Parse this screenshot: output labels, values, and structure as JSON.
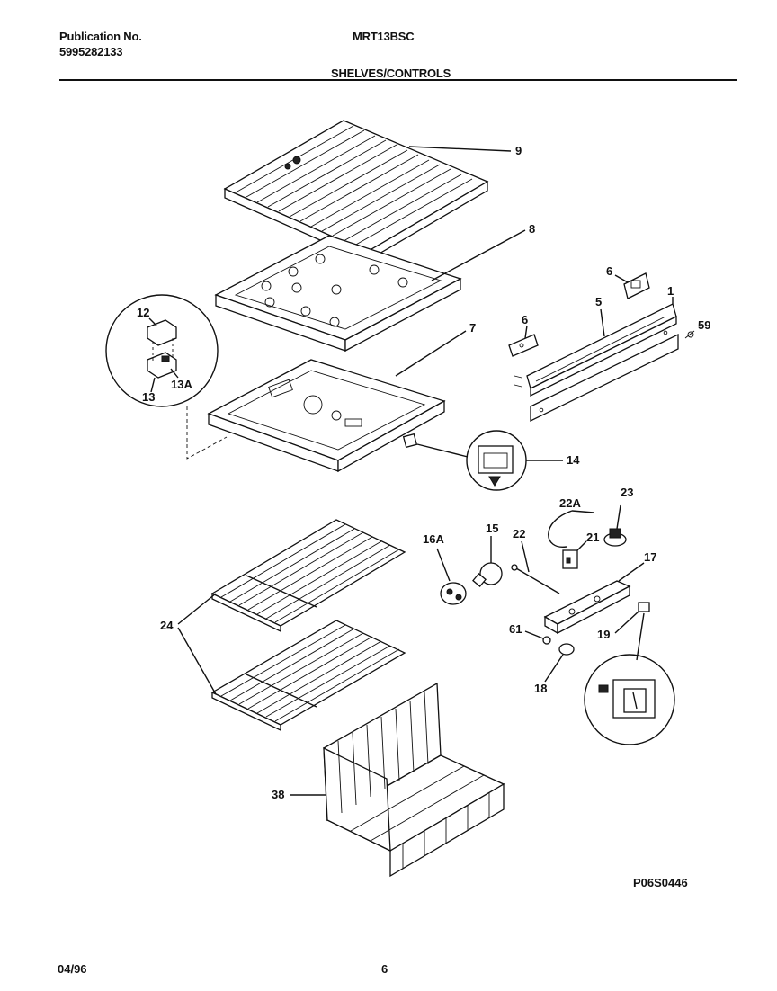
{
  "header": {
    "publication_label": "Publication No.",
    "publication_number": "5995282133",
    "model": "MRT13BSC",
    "section": "SHELVES/CONTROLS"
  },
  "parts": {
    "p9": "9",
    "p8": "8",
    "p7": "7",
    "p6a": "6",
    "p6b": "6",
    "p5": "5",
    "p1": "1",
    "p59": "59",
    "p12": "12",
    "p13": "13",
    "p13a": "13A",
    "p14": "14",
    "p22a": "22A",
    "p23": "23",
    "p16a": "16A",
    "p15": "15",
    "p22": "22",
    "p21": "21",
    "p17": "17",
    "p24": "24",
    "p61": "61",
    "p19": "19",
    "p18": "18",
    "p38": "38"
  },
  "figure_code": "P06S0446",
  "footer": {
    "date": "04/96",
    "page": "6"
  }
}
